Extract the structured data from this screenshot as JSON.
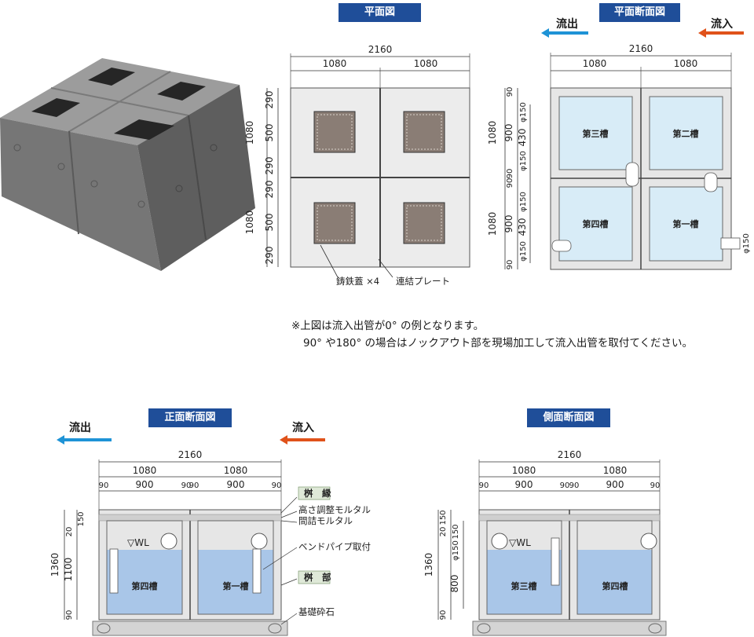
{
  "colors": {
    "tag_bg": "#1f4e99",
    "outflow_arrow": "#1e93d6",
    "inflow_arrow": "#e0521a",
    "water": "#a9c6e8",
    "concrete": "#e6e6e6"
  },
  "plan": {
    "title": "平面図",
    "total": "2160",
    "half_left": "1080",
    "half_right": "1080",
    "left_dims": [
      "290",
      "500",
      "290",
      "290",
      "500",
      "290"
    ],
    "left_totals": [
      "1080",
      "1080"
    ],
    "labels": {
      "cover": "鋳鉄蓋 ×4",
      "plate": "連結プレート"
    }
  },
  "plan_section": {
    "title": "平面断面図",
    "outflow": "流出",
    "inflow": "流入",
    "total": "2160",
    "half_left": "1080",
    "half_right": "1080",
    "left_dims": [
      "90",
      "900",
      "90",
      "90",
      "900",
      "90"
    ],
    "left_totals": [
      "1080",
      "1080"
    ],
    "inner_dims": [
      "φ150",
      "430",
      "φ150",
      "φ150",
      "430",
      "φ150"
    ],
    "right_dim": "φ150",
    "tanks": [
      "第三槽",
      "第二槽",
      "第四槽",
      "第一槽"
    ]
  },
  "notes": {
    "line1": "※上図は流入出管が0° の例となります。",
    "line2": "90° や180° の場合はノックアウト部を現場加工して流入出管を取付てください。"
  },
  "front_section": {
    "title": "正面断面図",
    "outflow": "流出",
    "inflow": "流入",
    "total": "2160",
    "halves": [
      "1080",
      "1080"
    ],
    "segments": [
      "90",
      "900",
      "90",
      "90",
      "900",
      "90"
    ],
    "height_total": "1360",
    "heights": [
      "20",
      "150",
      "1100",
      "90"
    ],
    "wl": "▽WL",
    "tanks": [
      "第四槽",
      "第一槽"
    ],
    "callouts": {
      "rim": "桝　縁",
      "height_mortar": "高さ調整モルタル",
      "fill_mortar": "間詰モルタル",
      "bend_pipe": "ベンドパイプ取付",
      "body": "桝　部",
      "base": "基礎砕石"
    }
  },
  "side_section": {
    "title": "側面断面図",
    "total": "2160",
    "halves": [
      "1080",
      "1080"
    ],
    "segments": [
      "90",
      "900",
      "90",
      "90",
      "900",
      "90"
    ],
    "height_total": "1360",
    "heights": [
      "20",
      "150",
      "150",
      "800",
      "90"
    ],
    "pipe_dim": "φ150",
    "wl": "▽WL",
    "tanks": [
      "第三槽",
      "第四槽"
    ]
  }
}
